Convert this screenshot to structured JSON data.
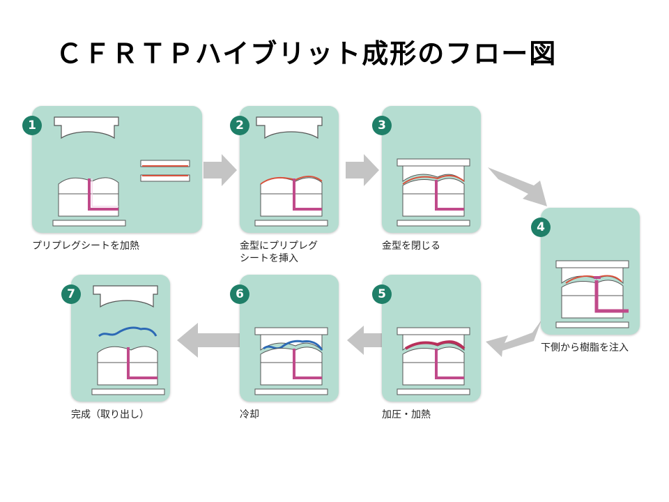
{
  "title": "ＣＦＲＴＰハイブリット成形のフロー図",
  "colors": {
    "panel": "#b5ddd1",
    "badge": "#1f7f68",
    "arrow": "#c4c4c4",
    "prepreg": "#d9513c",
    "resin": "#c04a8a",
    "molded": "#2c69b5"
  },
  "steps": [
    {
      "number": "1",
      "caption": "プリプレグシートを加熱"
    },
    {
      "number": "2",
      "caption": "金型にプリプレグ",
      "caption2": "シートを挿入"
    },
    {
      "number": "3",
      "caption": "金型を閉じる"
    },
    {
      "number": "4",
      "caption": "下側から樹脂を注入"
    },
    {
      "number": "5",
      "caption": "加圧・加熱"
    },
    {
      "number": "6",
      "caption": "冷却"
    },
    {
      "number": "7",
      "caption": "完成（取り出し）"
    }
  ]
}
